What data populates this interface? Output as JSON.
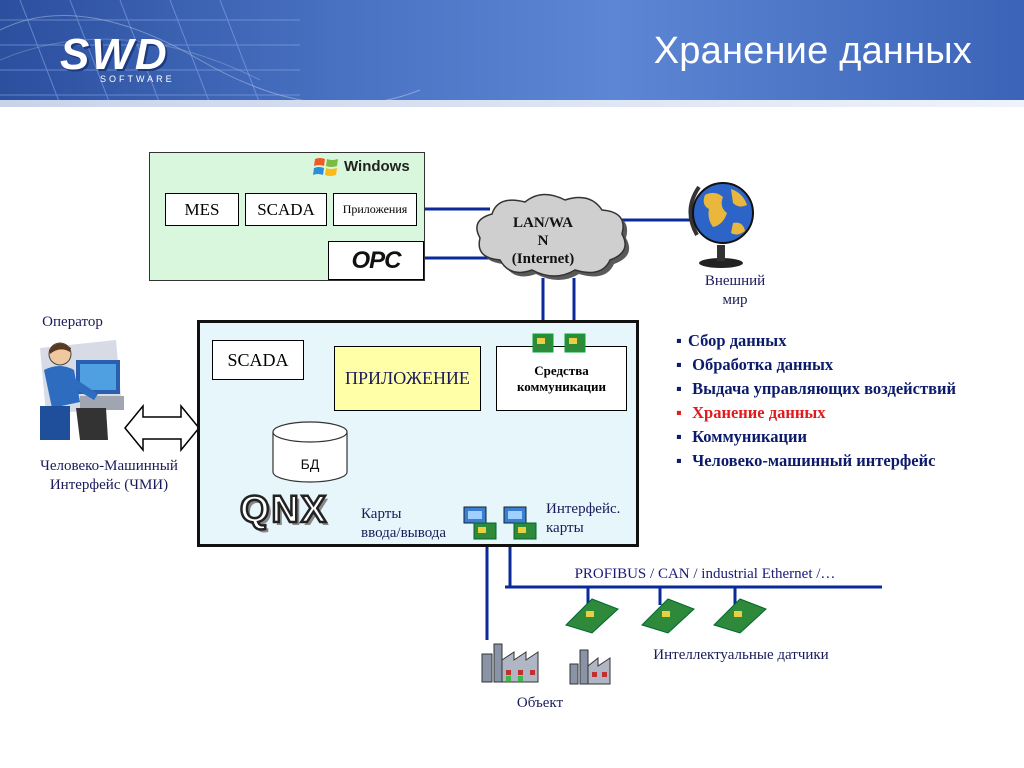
{
  "header": {
    "title": "Хранение данных",
    "logo_text": "SWD",
    "logo_subtext": "SOFTWARE"
  },
  "windows_box": {
    "windows_label": "Windows",
    "mes": "MES",
    "scada": "SCADA",
    "apps": "Приложения",
    "opc": "OPC"
  },
  "cloud": {
    "line1": "LAN/WA",
    "line2": "N",
    "line3": "(Internet)"
  },
  "world": {
    "line1": "Внешний",
    "line2": "мир"
  },
  "operator": {
    "label": "Оператор",
    "hmi_line1": "Человеко-Машинный",
    "hmi_line2": "Интерфейс (ЧМИ)"
  },
  "qnx_box": {
    "scada": "SCADA",
    "app": "ПРИЛОЖЕНИЕ",
    "comm_line1": "Средства",
    "comm_line2": "коммуникации",
    "db": "БД",
    "qnx": "QNX",
    "io_line1": "Карты",
    "io_line2": "ввода/вывода",
    "iface_line1": "Интерфейс.",
    "iface_line2": "карты"
  },
  "features": [
    {
      "text": "Сбор данных",
      "highlight": false
    },
    {
      "text": "Обработка данных",
      "highlight": false
    },
    {
      "text": "Выдача управляющих воздействий",
      "highlight": false
    },
    {
      "text": "Хранение данных",
      "highlight": true
    },
    {
      "text": "Коммуникации",
      "highlight": false
    },
    {
      "text": "Человеко-машинный интерфейс",
      "highlight": false
    }
  ],
  "bus": {
    "label": "PROFIBUS / CAN / industrial Ethernet /…"
  },
  "sensors": {
    "label": "Интеллектуальные датчики"
  },
  "object": {
    "label": "Объект"
  },
  "colors": {
    "header_blue": "#3b64b8",
    "windows_box_fill": "#d9f7dc",
    "qnx_box_fill": "#e6f6fb",
    "app_fill": "#ffffa8",
    "line_blue": "#0a2a9a",
    "highlight_red": "#e11b1b",
    "text_navy": "#0b1a6b"
  }
}
